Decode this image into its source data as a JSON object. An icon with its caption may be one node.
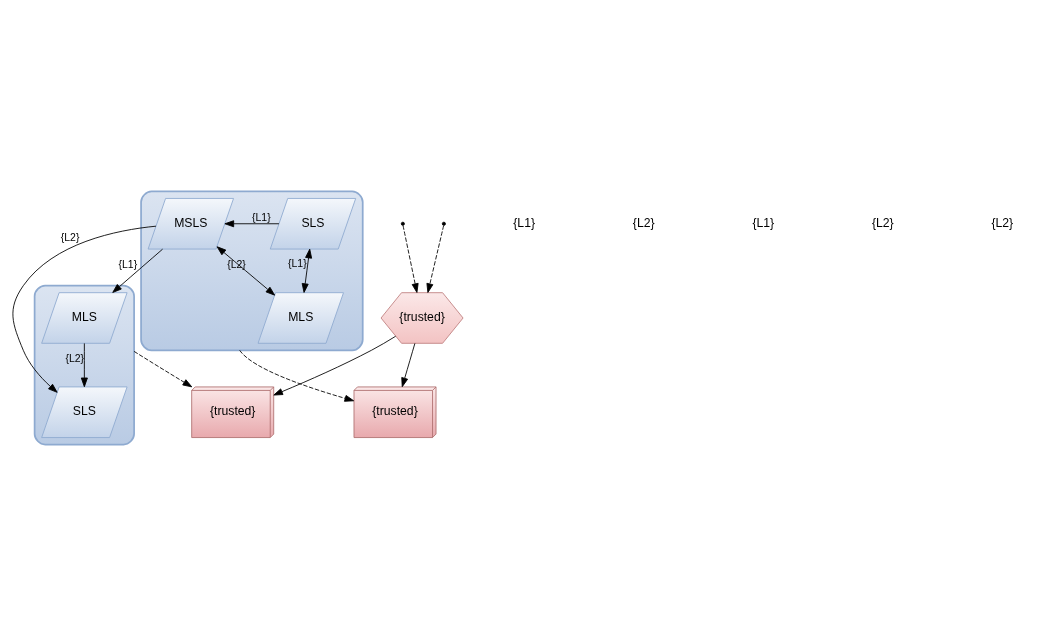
{
  "diagram": {
    "nodes": [
      {
        "text": [],
        "shape": "box"
      },
      {
        "text": [
          "SLS"
        ],
        "in": 0
      },
      {
        "text": [
          "MSLS"
        ],
        "in": 0
      },
      {
        "text": [
          "MLS"
        ],
        "in": 0
      },
      {
        "text": [],
        "shape": "box"
      },
      {
        "text": [
          "MLS"
        ],
        "in": 4
      },
      {
        "text": [
          "SLS"
        ],
        "in": 4
      },
      {
        "text": [
          "{trusted}"
        ]
      },
      {
        "text": [
          "{trusted}"
        ]
      },
      {
        "text": [
          "{trusted}"
        ]
      }
    ],
    "edges": [
      {
        "from": 1,
        "to": 2,
        "arrow": "to",
        "label": "{L1}"
      },
      {
        "from": 1,
        "to": 3,
        "arrow": "both",
        "label": "{L1}"
      },
      {
        "from": 3,
        "to": 2,
        "arrow": "both",
        "label": "{L2}"
      },
      {
        "from": 2,
        "to": 5,
        "arrow": "to",
        "label": "{L1}"
      },
      {
        "from": 2,
        "to": 6,
        "arrow": "to",
        "label": "{L2}"
      },
      {
        "from": 5,
        "to": 6,
        "arrow": "to",
        "label": "{L2}"
      },
      {
        "from": 0,
        "to": 7,
        "arrow": "to",
        "style": "dashed"
      },
      {
        "from": 4,
        "to": 9,
        "arrow": "to",
        "style": "dashed"
      },
      {
        "from": null,
        "to": 8,
        "arrow": "to",
        "style": "dashed"
      },
      {
        "from": null,
        "to": 8,
        "arrow": "to",
        "style": "dashed"
      },
      {
        "from": 8,
        "to": 7,
        "arrow": "to"
      },
      {
        "from": 8,
        "to": 9,
        "arrow": "to"
      }
    ],
    "labels": [
      "{L1}",
      "{L2}",
      "{L1}",
      "{L2}",
      "{L2}"
    ]
  }
}
